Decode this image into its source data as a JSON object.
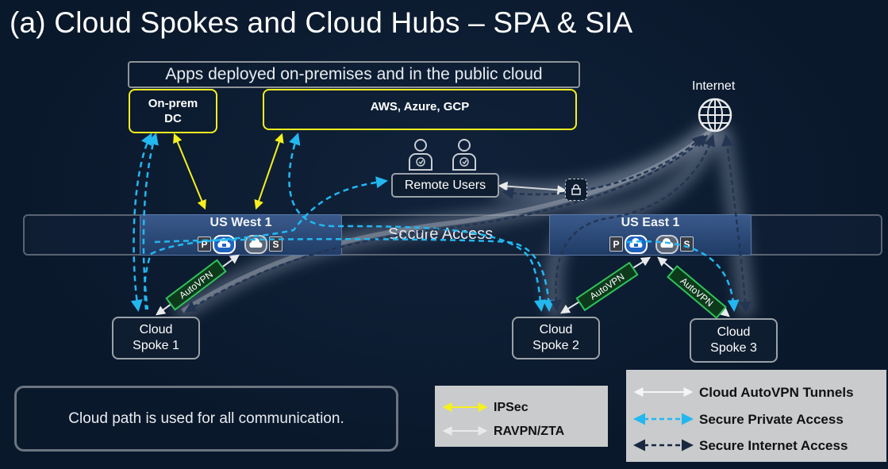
{
  "title": "(a) Cloud Spokes and Cloud Hubs – SPA & SIA",
  "apps_banner": "Apps deployed on-premises and in the public cloud",
  "onprem": {
    "line1": "On-prem",
    "line2": "DC"
  },
  "cloud_providers": "AWS, Azure, GCP",
  "internet": "Internet",
  "remote_users": "Remote Users",
  "secure_access": "Secure Access",
  "hubs": {
    "west": "US West 1",
    "east": "US East 1"
  },
  "hub_badges": {
    "p": "P",
    "s": "S"
  },
  "spokes": [
    {
      "line1": "Cloud",
      "line2": "Spoke 1"
    },
    {
      "line1": "Cloud",
      "line2": "Spoke 2"
    },
    {
      "line1": "Cloud",
      "line2": "Spoke 3"
    }
  ],
  "autovpn_label": "AutoVPN",
  "note": "Cloud path is used for all communication.",
  "legend_left": {
    "ipsec": "IPSec",
    "ravpn": "RAVPN/ZTA"
  },
  "legend_right": {
    "autovpn_tunnels": "Cloud AutoVPN Tunnels",
    "spa": "Secure Private Access",
    "sia": "Secure Internet Access"
  },
  "colors": {
    "background": "#0b1a2e",
    "ipsec": "#f6f01f",
    "ravpn": "#d0d3d6",
    "autovpn": "#e8eaec",
    "spa": "#23b7f0",
    "sia": "#2b3a52",
    "hub": "#2a4a7a",
    "autovpn_badge": "#2fc25b"
  },
  "icons": [
    "globe-icon",
    "user-icon",
    "lock-icon",
    "cloud-lock-icon",
    "cloud-gateway-icon"
  ]
}
